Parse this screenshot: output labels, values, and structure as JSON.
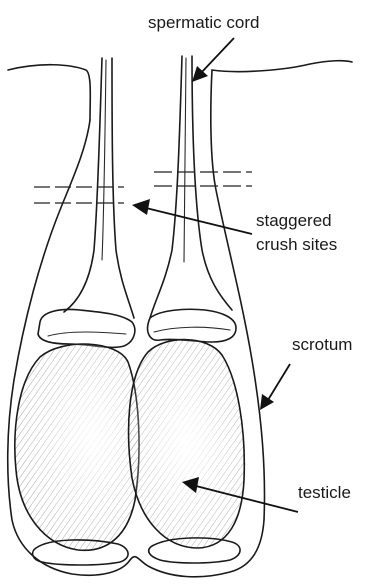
{
  "labels": {
    "spermatic_cord": "spermatic cord",
    "crush_sites_line1": "staggered",
    "crush_sites_line2": "crush sites",
    "scrotum": "scrotum",
    "testicle": "testicle"
  },
  "colors": {
    "ink": "#1a1a1a",
    "background": "#ffffff"
  }
}
